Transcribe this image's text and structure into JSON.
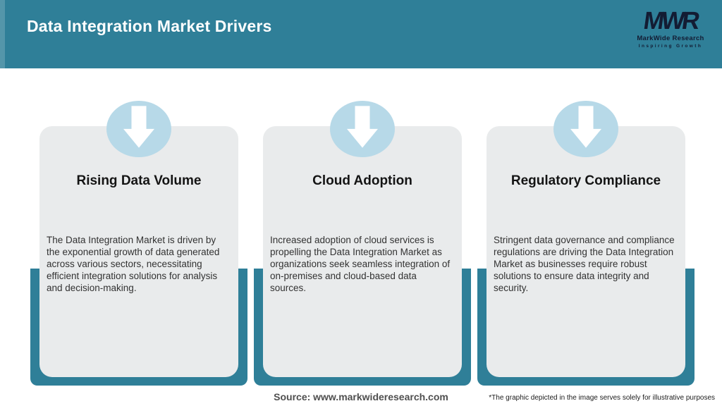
{
  "header": {
    "title": "Data Integration Market Drivers",
    "logo": {
      "acronym": "MWR",
      "name": "MarkWide Research",
      "tagline": "Inspiring Growth"
    }
  },
  "cards": [
    {
      "icon": "down-arrow-icon",
      "title": "Rising Data Volume",
      "description": "The Data Integration Market is driven by the exponential growth of data generated across various sectors, necessitating efficient integration solutions for analysis and decision-making."
    },
    {
      "icon": "down-arrow-icon",
      "title": "Cloud Adoption",
      "description": "Increased adoption of cloud services is propelling the Data Integration Market as organizations seek seamless integration of on-premises and cloud-based data sources."
    },
    {
      "icon": "down-arrow-icon",
      "title": "Regulatory Compliance",
      "description": "Stringent data governance and compliance regulations are driving the Data Integration Market as businesses require robust solutions to ensure data integrity and security."
    }
  ],
  "footer": {
    "source": "Source: www.markwideresearch.com",
    "disclaimer": "*The graphic depicted in the image serves solely for illustrative purposes"
  },
  "colors": {
    "header_teal": "#2F7F98",
    "backdrop_teal": "#2F7F98",
    "card_background": "#E9EBEC",
    "badge_blue": "#B7D9E8",
    "arrow_white": "#FFFFFF",
    "logo_navy": "#131C33",
    "title_text": "#141414",
    "body_text": "#323232",
    "source_text": "#4F4F4F"
  }
}
